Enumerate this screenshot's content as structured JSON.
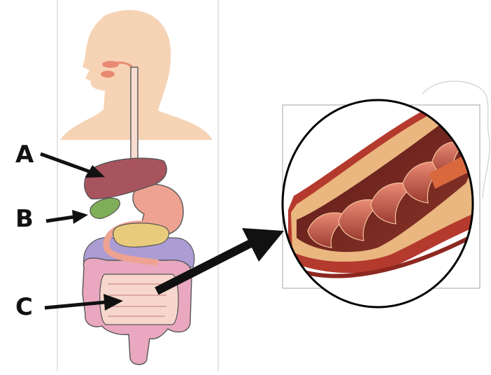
{
  "diagram": {
    "labels": {
      "a": "A",
      "b": "B",
      "c": "C"
    },
    "colors": {
      "skin": "#f6d3b5",
      "liver": "#a8545e",
      "gallbladder": "#7fae58",
      "stomach": "#eea392",
      "pancreas": "#e8cc7c",
      "colon": "#e9a7c0",
      "small_intestine": "#f7d6cd",
      "mesentery": "#ac9cd4",
      "arrow": "#111111",
      "intestine_wall": "#b53a2e"
    }
  }
}
